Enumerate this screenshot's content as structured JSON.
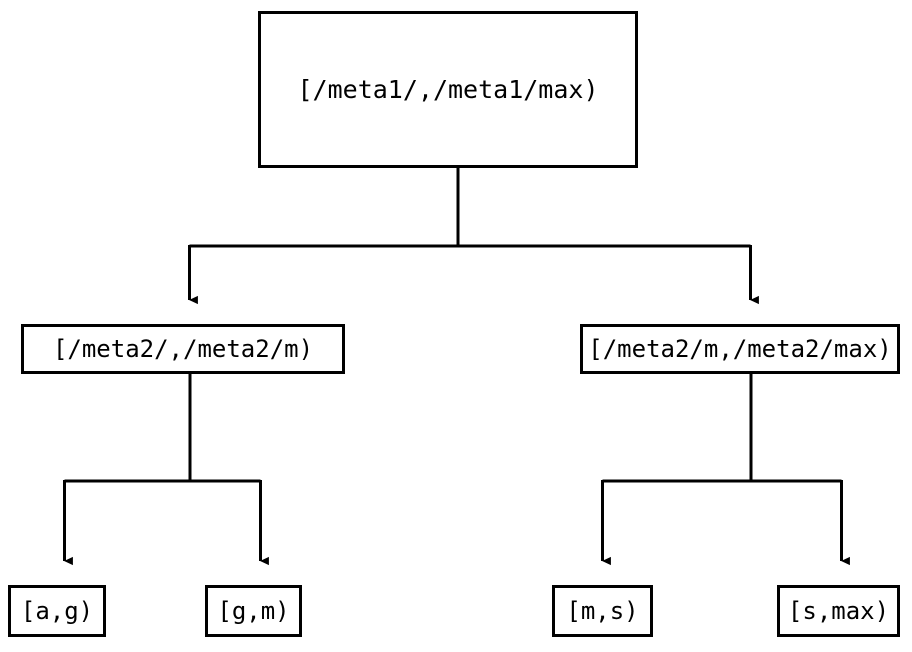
{
  "diagram": {
    "type": "tree",
    "title": "",
    "background_color": "#ffffff",
    "line_color": "#000000",
    "text_color": "#000000",
    "nodes": {
      "root": {
        "label": "[/meta1/,/meta1/max)",
        "level": 0
      },
      "level2": [
        {
          "label": "[/meta2/,/meta2/m)",
          "level": 1
        },
        {
          "label": "[/meta2/m,/meta2/max)",
          "level": 1
        }
      ],
      "leaves": [
        {
          "label": "[a,g)",
          "level": 2
        },
        {
          "label": "[g,m)",
          "level": 2
        },
        {
          "label": "[m,s)",
          "level": 2
        },
        {
          "label": "[s,max)",
          "level": 2
        }
      ]
    },
    "edges": [
      {
        "from": "[/meta1/,/meta1/max)",
        "to": "[/meta2/,/meta2/m)",
        "arrow": "down-triangle"
      },
      {
        "from": "[/meta1/,/meta1/max)",
        "to": "[/meta2/m,/meta2/max)",
        "arrow": "down-triangle"
      },
      {
        "from": "[/meta2/,/meta2/m)",
        "to": "[a,g)",
        "arrow": "down-triangle"
      },
      {
        "from": "[/meta2/,/meta2/m)",
        "to": "[g,m)",
        "arrow": "down-triangle"
      },
      {
        "from": "[/meta2/m,/meta2/max)",
        "to": "[m,s)",
        "arrow": "down-triangle"
      },
      {
        "from": "[/meta2/m,/meta2/max)",
        "to": "[s,max)",
        "arrow": "down-triangle"
      }
    ]
  }
}
